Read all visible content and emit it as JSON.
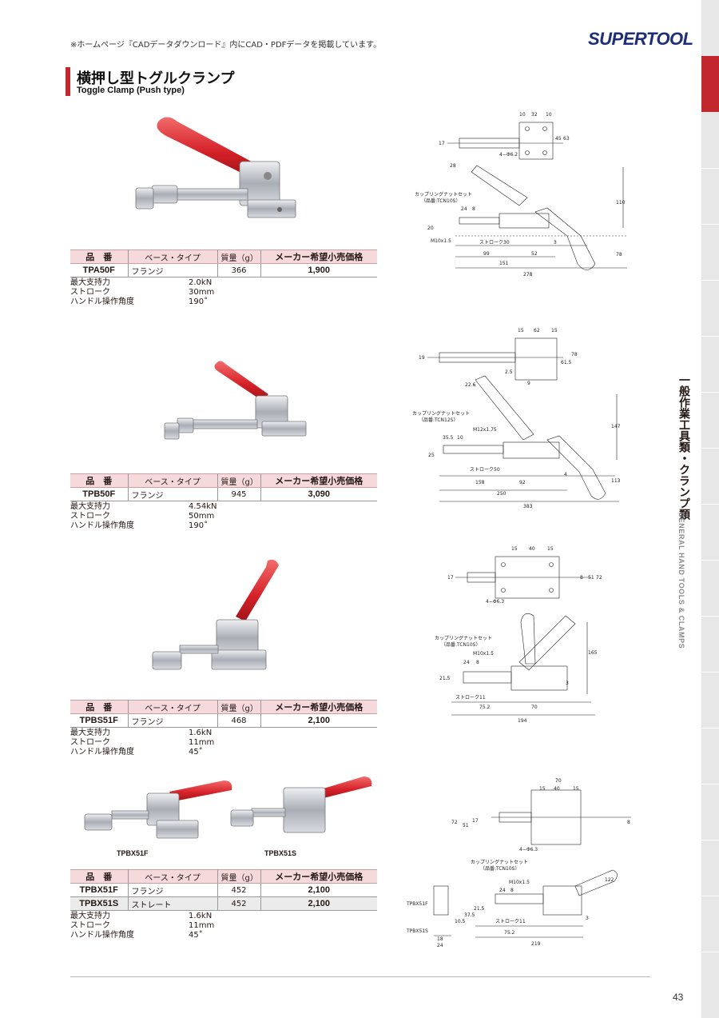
{
  "header": {
    "note": "※ホームページ『CADデータダウンロード』内にCAD・PDFデータを掲載しています。",
    "logo": "SUPERTOOL",
    "title_jp": "横押し型トグルクランプ",
    "title_en": "Toggle Clamp (Push type)"
  },
  "side": {
    "jp": "一般作業工具類・クランプ類",
    "en": "GENERAL HAND TOOLS & CLAMPS"
  },
  "table_headers": [
    "品　番",
    "ベース・タイプ",
    "質量（g）",
    "メーカー希望小売価格"
  ],
  "products": [
    {
      "rows": [
        {
          "code": "TPA50F",
          "base": "フランジ",
          "weight": "366",
          "price": "1,900"
        }
      ],
      "props": [
        {
          "k": "最大支持力",
          "v": "2.0kN"
        },
        {
          "k": "ストローク",
          "v": "30mm"
        },
        {
          "k": "ハンドル操作角度",
          "v": "190˚"
        }
      ]
    },
    {
      "rows": [
        {
          "code": "TPB50F",
          "base": "フランジ",
          "weight": "945",
          "price": "3,090"
        }
      ],
      "props": [
        {
          "k": "最大支持力",
          "v": "4.54kN"
        },
        {
          "k": "ストローク",
          "v": "50mm"
        },
        {
          "k": "ハンドル操作角度",
          "v": "190˚"
        }
      ]
    },
    {
      "rows": [
        {
          "code": "TPBS51F",
          "base": "フランジ",
          "weight": "468",
          "price": "2,100"
        }
      ],
      "props": [
        {
          "k": "最大支持力",
          "v": "1.6kN"
        },
        {
          "k": "ストローク",
          "v": "11mm"
        },
        {
          "k": "ハンドル操作角度",
          "v": "45˚"
        }
      ]
    },
    {
      "rows": [
        {
          "code": "TPBX51F",
          "base": "フランジ",
          "weight": "452",
          "price": "2,100"
        },
        {
          "code": "TPBX51S",
          "base": "ストレート",
          "weight": "452",
          "price": "2,100"
        }
      ],
      "props": [
        {
          "k": "最大支持力",
          "v": "1.6kN"
        },
        {
          "k": "ストローク",
          "v": "11mm"
        },
        {
          "k": "ハンドル操作角度",
          "v": "45˚"
        }
      ],
      "photo_labels": [
        "TPBX51F",
        "TPBX51S"
      ]
    }
  ],
  "drawings": {
    "d1": {
      "coupling": "カップリングナットセット",
      "part": "（品番:TCN10S）",
      "stroke": "ストローク30",
      "thread": "M10x1.5",
      "holes": "4−Φ6.2",
      "dims": [
        "10",
        "32",
        "10",
        "17",
        "45",
        "63",
        "28",
        "110",
        "24",
        "8",
        "20",
        "99",
        "52",
        "151",
        "278",
        "3",
        "78"
      ]
    },
    "d2": {
      "coupling": "カップリングナットセット",
      "part": "（品番:TCN12S）",
      "stroke": "ストローク50",
      "thread": "M12x1.75",
      "dims": [
        "15",
        "62",
        "15",
        "19",
        "61.5",
        "78",
        "2.5",
        "9",
        "22.6",
        "147",
        "35.5",
        "10",
        "25",
        "158",
        "92",
        "250",
        "383",
        "4",
        "113"
      ]
    },
    "d3": {
      "coupling": "カップリングナットセット",
      "part": "（品番:TCN10S）",
      "stroke": "ストローク11",
      "thread": "M10x1.5",
      "holes": "4−Φ6.3",
      "dims": [
        "15",
        "40",
        "15",
        "17",
        "8",
        "51",
        "72",
        "24",
        "8",
        "165",
        "21.5",
        "75.2",
        "70",
        "194",
        "3"
      ]
    },
    "d4": {
      "coupling": "カップリングナットセット",
      "part": "（品番:TCN10S）",
      "stroke": "ストローク11",
      "thread": "M10x1.5",
      "holes": "4−Φ6.3",
      "labelF": "TPBX51F",
      "labelS": "TPBX51S",
      "dims": [
        "70",
        "15",
        "40",
        "15",
        "72",
        "51",
        "17",
        "8",
        "24",
        "8",
        "122",
        "21.5",
        "37.5",
        "10.5",
        "75.2",
        "219",
        "3",
        "18",
        "24"
      ]
    }
  },
  "page_number": "43",
  "colors": {
    "accent": "#c1272d",
    "table_header": "#f6d9da",
    "logo": "#1d2d7a"
  }
}
